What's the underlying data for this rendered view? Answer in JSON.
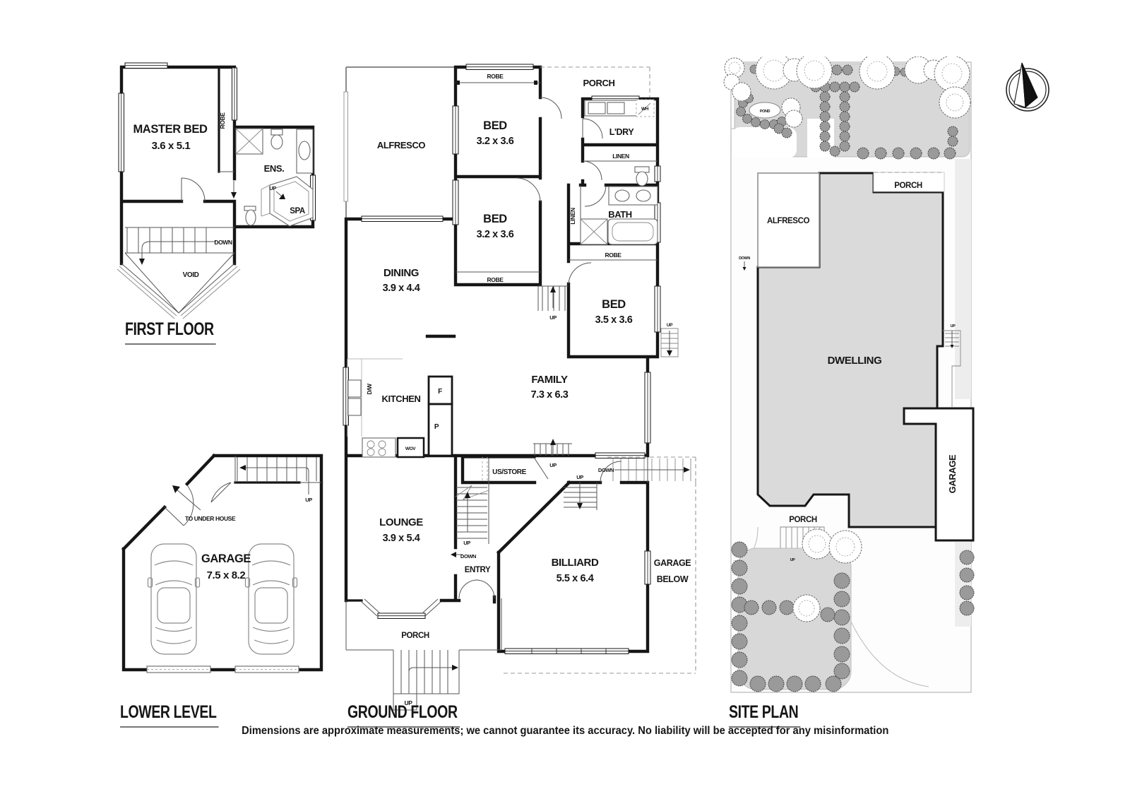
{
  "disclaimer": "Dimensions are approximate measurements; we cannot guarantee its accuracy. No liability will be accepted for any misinformation",
  "first_floor": {
    "title": "FIRST FLOOR",
    "master_bed": {
      "name": "MASTER BED",
      "dims": "3.6 x 5.1"
    },
    "robe": "ROBE",
    "ens": "ENS.",
    "spa": "SPA",
    "up": "UP",
    "down": "DOWN",
    "void": "VOID"
  },
  "lower_level": {
    "title": "LOWER LEVEL",
    "garage": {
      "name": "GARAGE",
      "dims": "7.5 x 8.2"
    },
    "to_under_house": "TO UNDER HOUSE",
    "up": "UP"
  },
  "ground_floor": {
    "title": "GROUND FLOOR",
    "alfresco": "ALFRESCO",
    "porch_top": "PORCH",
    "porch_bottom": "PORCH",
    "bed1": {
      "name": "BED",
      "dims": "3.2 x 3.6"
    },
    "bed2": {
      "name": "BED",
      "dims": "3.2 x 3.6"
    },
    "bed3": {
      "name": "BED",
      "dims": "3.5 x 3.6"
    },
    "dining": {
      "name": "DINING",
      "dims": "3.9 x 4.4"
    },
    "family": {
      "name": "FAMILY",
      "dims": "7.3 x 6.3"
    },
    "lounge": {
      "name": "LOUNGE",
      "dims": "3.9 x 5.4"
    },
    "billiard": {
      "name": "BILLIARD",
      "dims": "5.5 x 6.4"
    },
    "kitchen": "KITCHEN",
    "ldry": "L'DRY",
    "bath": "BATH",
    "entry": "ENTRY",
    "us_store": "US/STORE",
    "garage_below": {
      "line1": "GARAGE",
      "line2": "BELOW"
    },
    "robe": "ROBE",
    "linen": "LINEN",
    "wh": "WH",
    "dw": "D/W",
    "f": "F",
    "p": "P",
    "wov": "WOV",
    "up": "UP",
    "down": "DOWN"
  },
  "site_plan": {
    "title": "SITE PLAN",
    "dwelling": "DWELLING",
    "garage": "GARAGE",
    "alfresco": "ALFRESCO",
    "porch_top": "PORCH",
    "porch_bottom": "PORCH",
    "pond": "POND",
    "up": "UP",
    "down": "DOWN"
  }
}
